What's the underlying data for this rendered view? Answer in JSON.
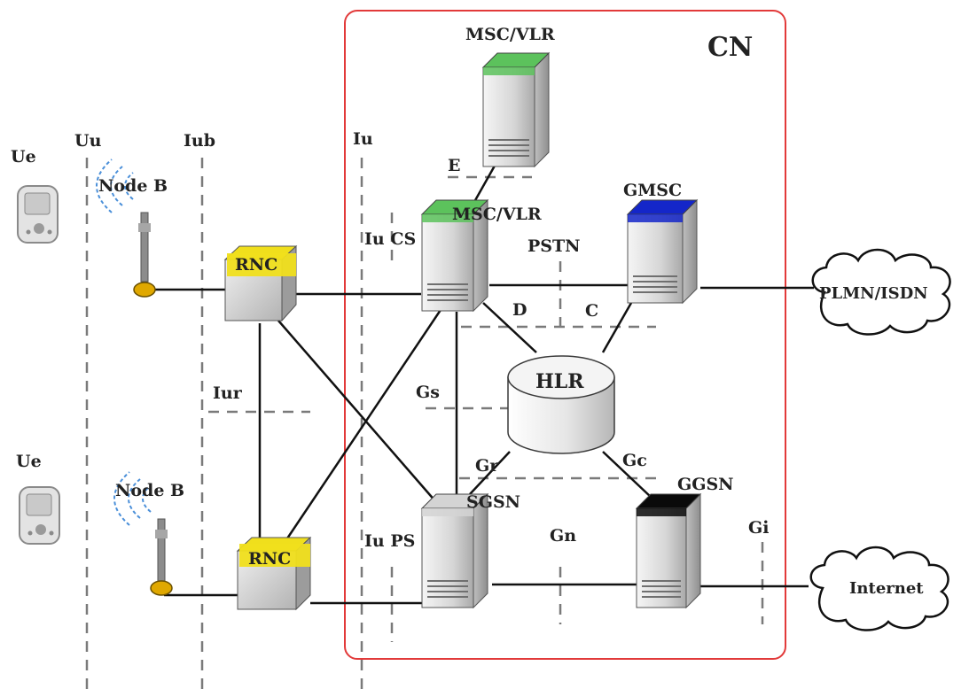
{
  "labels": {
    "cn": "CN",
    "msc_vlr_top": "MSC/VLR",
    "msc_vlr": "MSC/VLR",
    "gmsc": "GMSC",
    "sgsn": "SGSN",
    "ggsn": "GGSN",
    "hlr": "HLR",
    "rnc_top": "RNC",
    "rnc_bottom": "RNC",
    "ue_top": "Ue",
    "ue_bottom": "Ue",
    "node_b_top": "Node B",
    "node_b_bottom": "Node B",
    "uu": "Uu",
    "iub": "Iub",
    "iu": "Iu",
    "iu_cs": "Iu CS",
    "iu_ps": "Iu PS",
    "iur": "Iur",
    "e": "E",
    "pstn": "PSTN",
    "d": "D",
    "c": "C",
    "gs": "Gs",
    "gr": "Gr",
    "gc": "Gc",
    "gn": "Gn",
    "gi": "Gi",
    "plmn_isdn": "PLMN/ISDN",
    "internet": "Internet"
  },
  "colors": {
    "cn_border": "#e23a3a",
    "msc_vlr_top_cap": "#5cc25c",
    "msc_vlr_cap": "#5cc25c",
    "gmsc_cap": "#1426c9",
    "sgsn_cap": "#d4d4d4",
    "ggsn_cap": "#0a0a0a",
    "rnc_cap": "#f0df1c"
  }
}
